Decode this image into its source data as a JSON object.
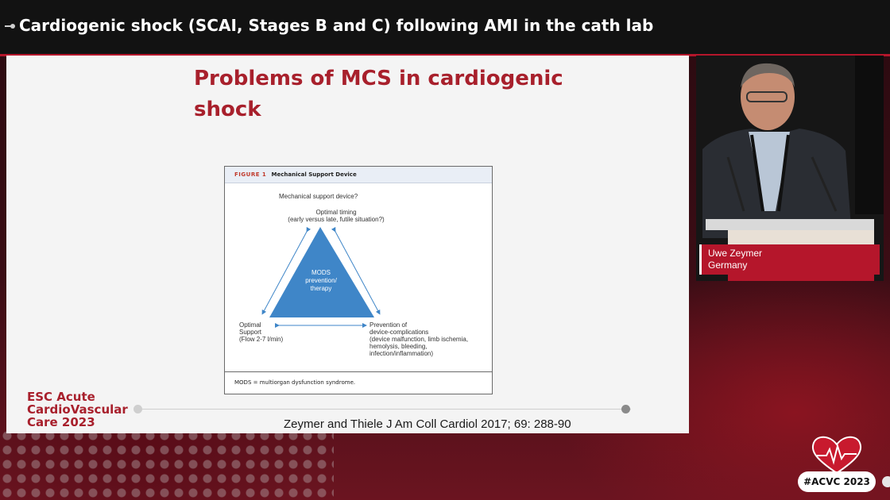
{
  "header": {
    "title": "Cardiogenic shock (SCAI, Stages B and C) following AMI in the cath lab"
  },
  "slide": {
    "title": "Problems of MCS in cardiogenic shock",
    "figure": {
      "label": "FIGURE 1",
      "caption": "Mechanical Support Device",
      "top_question": "Mechanical support device?",
      "timing_line1": "Optimal timing",
      "timing_line2": "(early versus late, futile situation?)",
      "center_line1": "MODS",
      "center_line2": "prevention/",
      "center_line3": "therapy",
      "left_line1": "Optimal",
      "left_line2": "Support",
      "left_line3": "(Flow 2-7 l/min)",
      "right_line1": "Prevention of",
      "right_line2": "device-complications",
      "right_line3": "(device malfunction, limb ischemia,",
      "right_line4": "hemolysis, bleeding,",
      "right_line5": "infection/inflammation)",
      "footnote": "MODS = multiorgan dysfunction syndrome."
    },
    "citation": "Zeymer and Thiele J Am Coll  Cardiol 2017; 69: 288-90",
    "logo_line1": "ESC Acute",
    "logo_line2": "CardioVascular",
    "logo_line3": "Care 2023"
  },
  "speaker": {
    "name": "Uwe Zeymer",
    "country": "Germany"
  },
  "badge": {
    "hashtag": "#ACVC 2023"
  },
  "colors": {
    "accent": "#b5162b",
    "slide_title": "#a8202c",
    "triangle": "#3f86c8"
  }
}
